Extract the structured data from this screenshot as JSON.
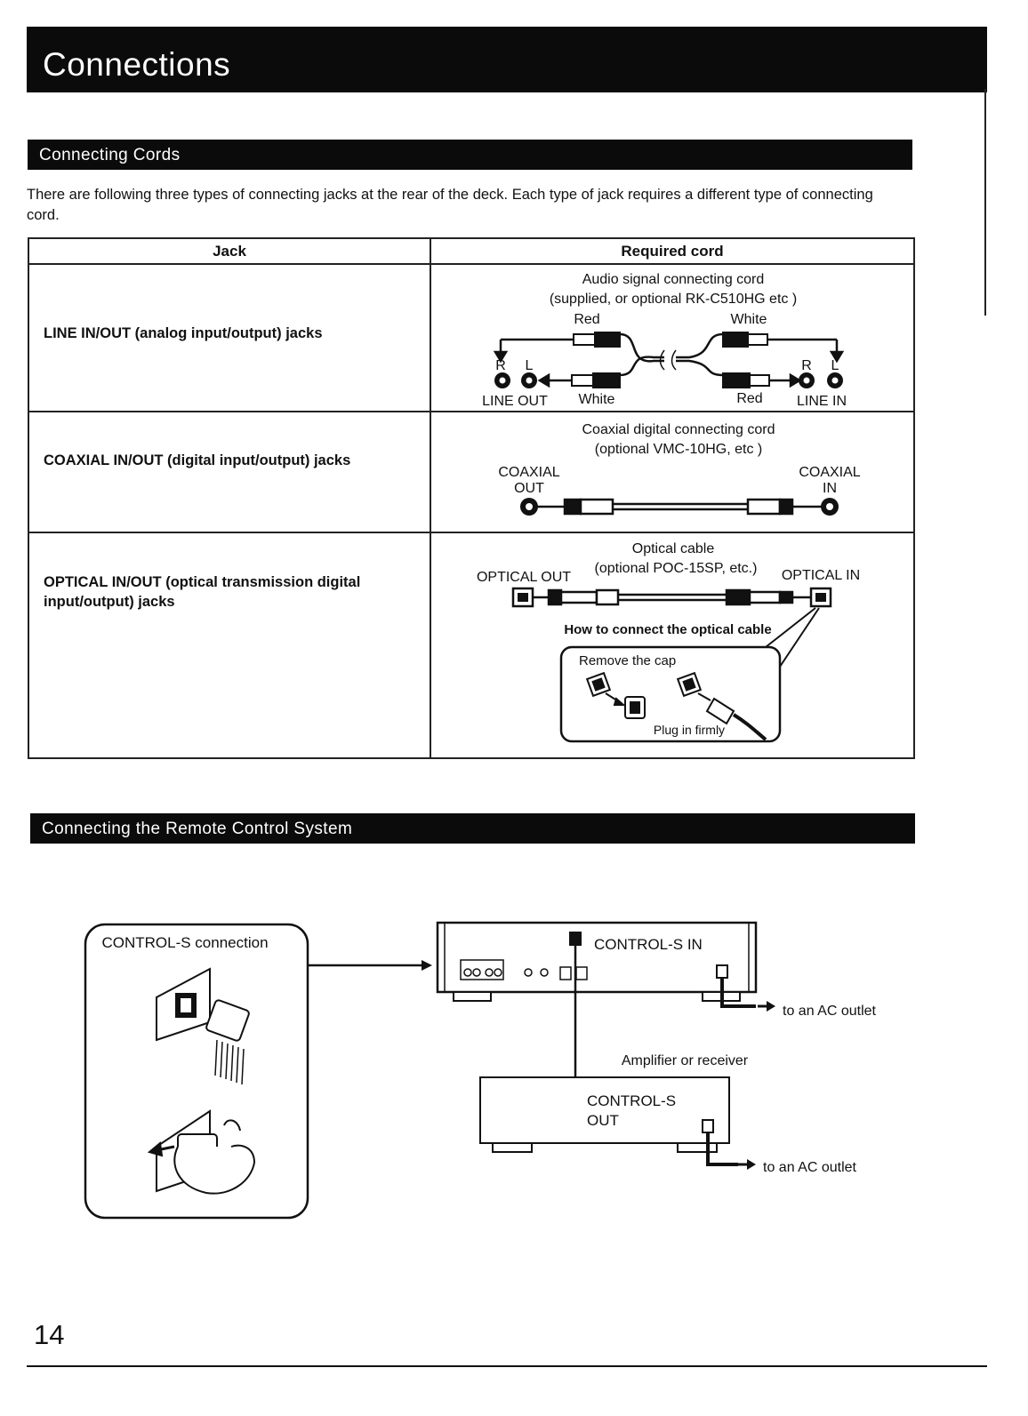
{
  "page": {
    "title": "Connections",
    "page_number": "14"
  },
  "cords_section": {
    "heading": "Connecting Cords",
    "intro": "There are following three types of connecting jacks at the rear of the deck. Each type of jack requires a different type of connecting cord.",
    "table": {
      "col_jack": "Jack",
      "col_cord": "Required cord",
      "rows": [
        {
          "jack": "LINE IN/OUT (analog input/output) jacks",
          "cord_title": "Audio signal connecting cord",
          "cord_subtitle": "(supplied, or optional RK-C510HG etc )",
          "labels": {
            "red_top": "Red",
            "white_top": "White",
            "r_left": "R",
            "l_left": "L",
            "r_right": "R",
            "l_right": "L",
            "line_out": "LINE OUT",
            "white_bottom": "White",
            "red_bottom": "Red",
            "line_in": "LINE IN"
          }
        },
        {
          "jack": "COAXIAL IN/OUT (digital input/output) jacks",
          "cord_title": "Coaxial digital connecting cord",
          "cord_subtitle": "(optional VMC-10HG, etc )",
          "labels": {
            "out_line1": "COAXIAL",
            "out_line2": "OUT",
            "in_line1": "COAXIAL",
            "in_line2": "IN"
          }
        },
        {
          "jack": "OPTICAL IN/OUT (optical transmission digital input/output) jacks",
          "cord_title": "Optical cable",
          "cord_subtitle": "(optional POC-15SP, etc.)",
          "labels": {
            "optical_out": "OPTICAL OUT",
            "optical_in": "OPTICAL IN",
            "how_to": "How to connect the optical cable",
            "remove_cap": "Remove the cap",
            "plug_in": "Plug in firmly"
          }
        }
      ]
    }
  },
  "remote_section": {
    "heading": "Connecting the Remote Control System",
    "labels": {
      "control_s_connection": "CONTROL-S connection",
      "control_s_in": "CONTROL-S IN",
      "ac_outlet_1": "to an AC outlet",
      "amplifier": "Amplifier or receiver",
      "control_s_out_1": "CONTROL-S",
      "control_s_out_2": "OUT",
      "ac_outlet_2": "to an AC outlet"
    }
  }
}
